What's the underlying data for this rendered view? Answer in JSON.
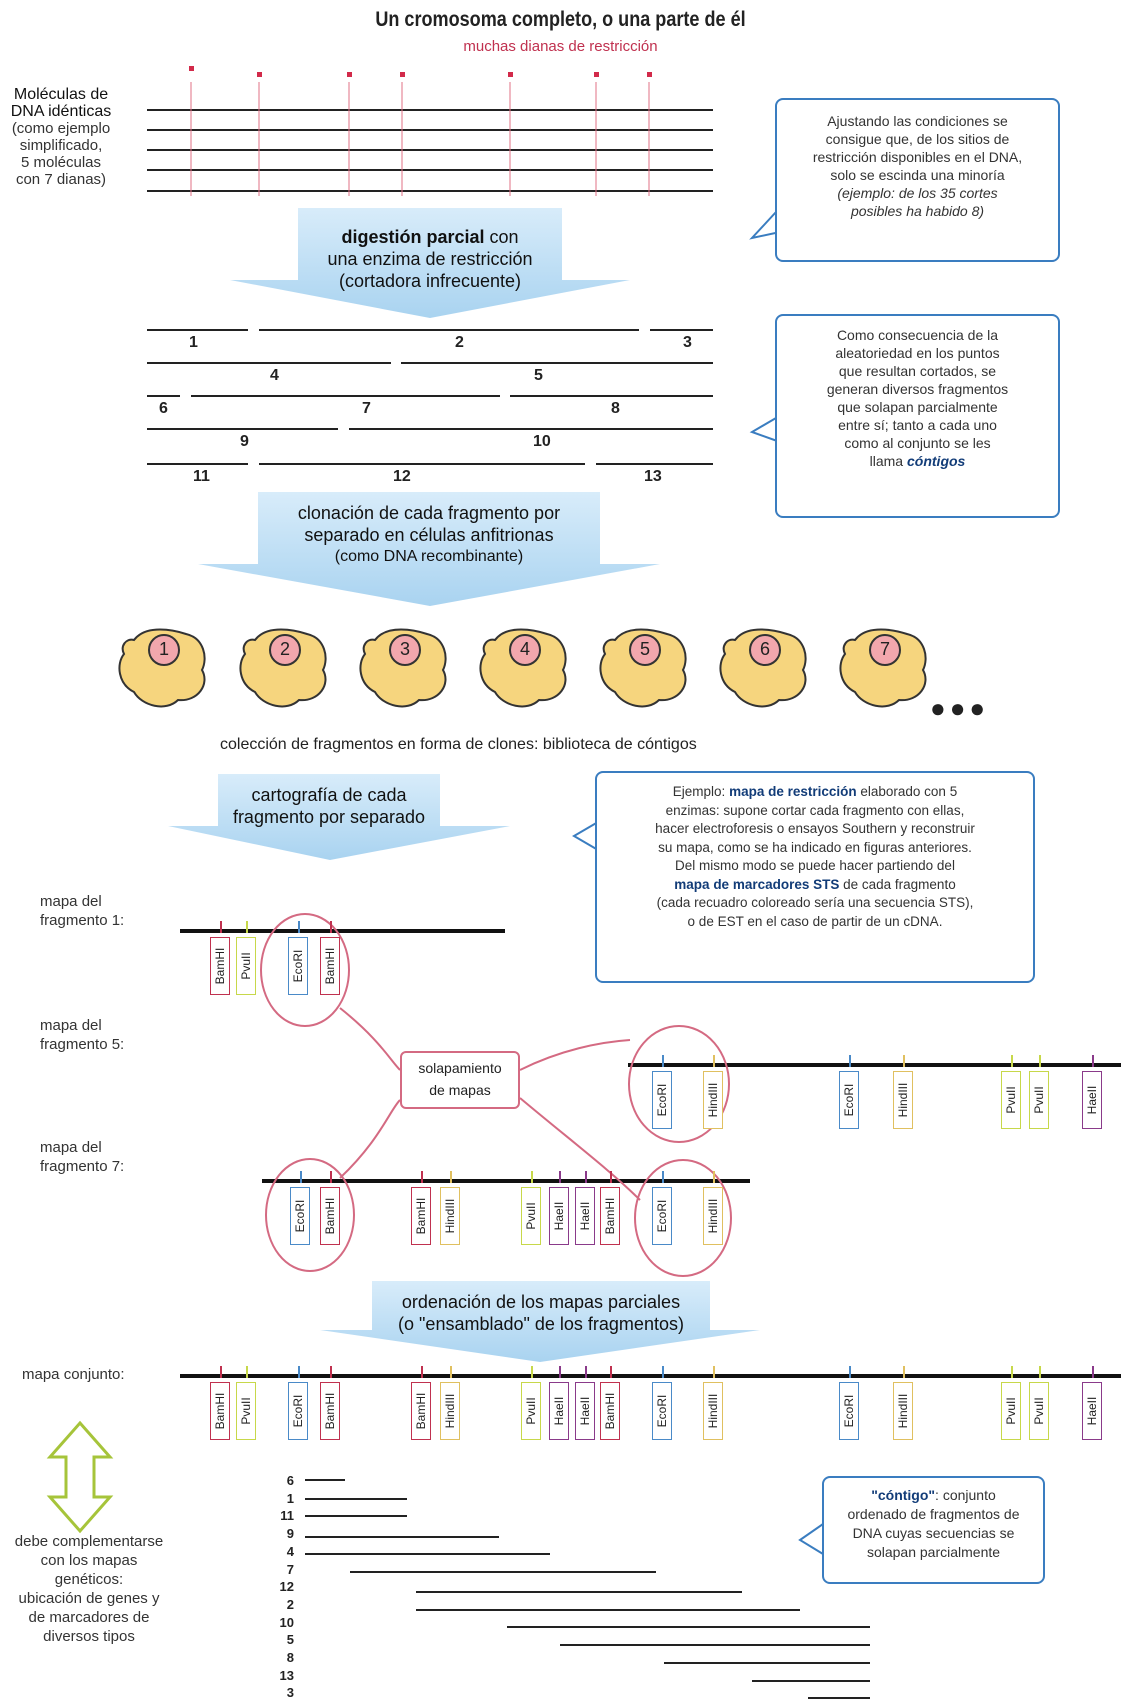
{
  "header": {
    "title": "Un cromosoma completo, o una parte de él",
    "subtitle": "muchas dianas de restricción"
  },
  "left_label_molecules": [
    "Moléculas de",
    "DNA idénticas",
    "(como ejemplo",
    "simplificado,",
    "5 moléculas",
    "con 7 dianas)"
  ],
  "callout_1": {
    "lines": [
      "Ajustando las condiciones se",
      "consigue que, de los sitios de",
      "restricción disponibles en el DNA,",
      "solo se escinda una minoría"
    ],
    "italic_lines": [
      "(ejemplo: de los 35 cortes",
      "posibles ha habido 8)"
    ]
  },
  "step_1": {
    "bold": "digestión parcial",
    "rest": " con",
    "line2": "una enzima de restricción",
    "line3": "(cortadora infrecuente)"
  },
  "fragments": {
    "labels": [
      "1",
      "2",
      "3",
      "4",
      "5",
      "6",
      "7",
      "8",
      "9",
      "10",
      "11",
      "12",
      "13"
    ]
  },
  "callout_2": {
    "lines": [
      "Como consecuencia de la",
      "aleatoriedad en los puntos",
      "que resultan cortados, se",
      "generan diversos fragmentos",
      "que solapan parcialmente",
      "entre sí; tanto a cada uno",
      "como al conjunto se les"
    ],
    "last_prefix": "llama ",
    "last_bold": "cóntigos"
  },
  "step_2": {
    "line1": "clonación de cada fragmento por",
    "line2": "separado en células anfitrionas",
    "line3": "(como DNA recombinante)"
  },
  "clones": {
    "numbers": [
      "1",
      "2",
      "3",
      "4",
      "5",
      "6",
      "7"
    ],
    "ellipsis": "●●●"
  },
  "library_caption": "colección de fragmentos en forma de clones: biblioteca de cóntigos",
  "step_3": {
    "line1": "cartografía de cada",
    "line2": "fragmento por separado"
  },
  "callout_3": {
    "l1": "Ejemplo: ",
    "l1b": "mapa de restricción",
    "l1c": " elaborado con 5",
    "l2": "enzimas: supone cortar cada fragmento con ellas,",
    "l3": "hacer electroforesis o ensayos Southern y reconstruir",
    "l4": "su mapa, como se ha indicado en figuras anteriores.",
    "l5": "Del mismo modo se puede hacer partiendo del",
    "l6b": "mapa de marcadores STS",
    "l6c": " de cada fragmento",
    "l7": "(cada recuadro coloreado sería una secuencia STS),",
    "l8": "o de EST en el caso de partir de un cDNA."
  },
  "maps": {
    "m1": [
      "mapa del",
      "fragmento 1:"
    ],
    "m5": [
      "mapa del",
      "fragmento 5:"
    ],
    "m7": [
      "mapa del",
      "fragmento 7:"
    ],
    "overlap": [
      "solapamiento",
      "de mapas"
    ]
  },
  "enzymes": {
    "BamHI": "BamHI",
    "PvuII": "PvuII",
    "EcoRI": "EcoRI",
    "HindIII": "HindIII",
    "HaeII": "HaeII"
  },
  "enzyme_colors": {
    "BamHI": "#c0314f",
    "PvuII": "#c7d84a",
    "EcoRI": "#4a8ac8",
    "HindIII": "#e0c060",
    "HaeII": "#8a3a8a"
  },
  "step_4": {
    "line1": "ordenación de los mapas parciales",
    "line2": "(o \"ensamblado\" de los fragmentos)"
  },
  "joint_map_label": "mapa conjunto:",
  "genetic_note": [
    "debe complementarse",
    "con los mapas",
    "genéticos:",
    "ubicación de genes y",
    "de marcadores de",
    "diversos tipos"
  ],
  "contig_order": [
    "6",
    "1",
    "11",
    "9",
    "4",
    "7",
    "12",
    "2",
    "10",
    "5",
    "8",
    "13",
    "3"
  ],
  "callout_4": {
    "bold": "\"cóntigo\"",
    "rest1": ": conjunto",
    "l2": "ordenado de fragmentos de",
    "l3": "DNA cuyas secuencias se",
    "l4": "solapan parcialmente"
  }
}
